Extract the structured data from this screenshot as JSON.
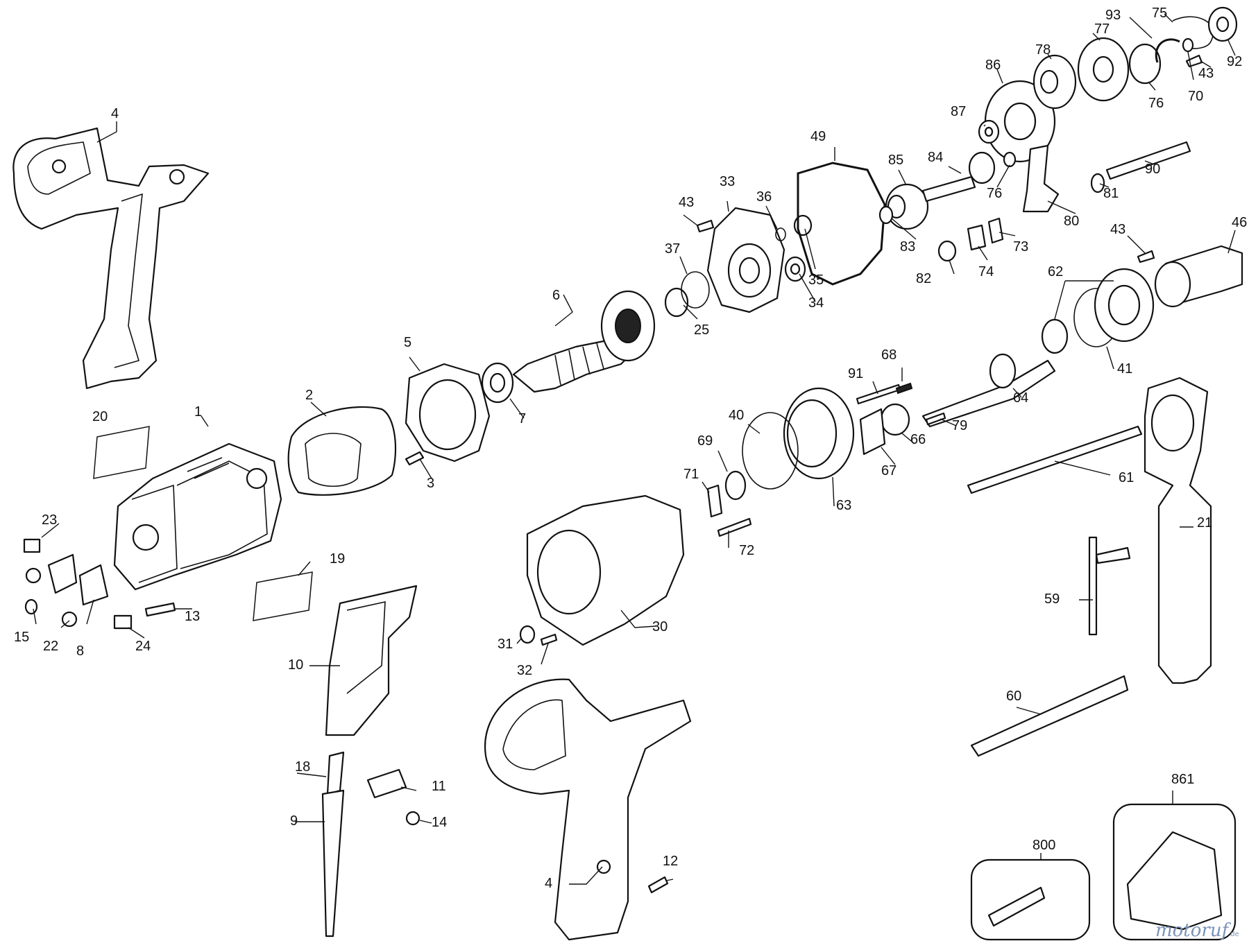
{
  "callouts": [
    {
      "id": "c4a",
      "text": "4"
    },
    {
      "id": "c20",
      "text": "20"
    },
    {
      "id": "c1",
      "text": "1"
    },
    {
      "id": "c2",
      "text": "2"
    },
    {
      "id": "c3",
      "text": "3"
    },
    {
      "id": "c5",
      "text": "5"
    },
    {
      "id": "c6",
      "text": "6"
    },
    {
      "id": "c7",
      "text": "7"
    },
    {
      "id": "c23",
      "text": "23"
    },
    {
      "id": "c15",
      "text": "15"
    },
    {
      "id": "c22",
      "text": "22"
    },
    {
      "id": "c8",
      "text": "8"
    },
    {
      "id": "c24",
      "text": "24"
    },
    {
      "id": "c13",
      "text": "13"
    },
    {
      "id": "c19",
      "text": "19"
    },
    {
      "id": "c10",
      "text": "10"
    },
    {
      "id": "c18",
      "text": "18"
    },
    {
      "id": "c9",
      "text": "9"
    },
    {
      "id": "c11",
      "text": "11"
    },
    {
      "id": "c14",
      "text": "14"
    },
    {
      "id": "c4b",
      "text": "4"
    },
    {
      "id": "c12",
      "text": "12"
    },
    {
      "id": "c31",
      "text": "31"
    },
    {
      "id": "c32",
      "text": "32"
    },
    {
      "id": "c30",
      "text": "30"
    },
    {
      "id": "c71",
      "text": "71"
    },
    {
      "id": "c72",
      "text": "72"
    },
    {
      "id": "c69",
      "text": "69"
    },
    {
      "id": "c40",
      "text": "40"
    },
    {
      "id": "c63",
      "text": "63"
    },
    {
      "id": "c67",
      "text": "67"
    },
    {
      "id": "c91",
      "text": "91"
    },
    {
      "id": "c68",
      "text": "68"
    },
    {
      "id": "c66",
      "text": "66"
    },
    {
      "id": "c79",
      "text": "79"
    },
    {
      "id": "c64",
      "text": "64"
    },
    {
      "id": "c61",
      "text": "61"
    },
    {
      "id": "c41",
      "text": "41"
    },
    {
      "id": "c62",
      "text": "62"
    },
    {
      "id": "c46",
      "text": "46"
    },
    {
      "id": "c43c",
      "text": "43"
    },
    {
      "id": "c21",
      "text": "21"
    },
    {
      "id": "c59",
      "text": "59"
    },
    {
      "id": "c60",
      "text": "60"
    },
    {
      "id": "c800",
      "text": "800"
    },
    {
      "id": "c861",
      "text": "861"
    },
    {
      "id": "c37",
      "text": "37"
    },
    {
      "id": "c25",
      "text": "25"
    },
    {
      "id": "c43a",
      "text": "43"
    },
    {
      "id": "c33",
      "text": "33"
    },
    {
      "id": "c36",
      "text": "36"
    },
    {
      "id": "c35",
      "text": "35"
    },
    {
      "id": "c34",
      "text": "34"
    },
    {
      "id": "c49",
      "text": "49"
    },
    {
      "id": "c85",
      "text": "85"
    },
    {
      "id": "c83",
      "text": "83"
    },
    {
      "id": "c84",
      "text": "84"
    },
    {
      "id": "c87",
      "text": "87"
    },
    {
      "id": "c86",
      "text": "86"
    },
    {
      "id": "c76a",
      "text": "76"
    },
    {
      "id": "c82",
      "text": "82"
    },
    {
      "id": "c74",
      "text": "74"
    },
    {
      "id": "c73",
      "text": "73"
    },
    {
      "id": "c80",
      "text": "80"
    },
    {
      "id": "c81",
      "text": "81"
    },
    {
      "id": "c90",
      "text": "90"
    },
    {
      "id": "c78",
      "text": "78"
    },
    {
      "id": "c77",
      "text": "77"
    },
    {
      "id": "c93",
      "text": "93"
    },
    {
      "id": "c75",
      "text": "75"
    },
    {
      "id": "c92",
      "text": "92"
    },
    {
      "id": "c43b",
      "text": "43"
    },
    {
      "id": "c70",
      "text": "70"
    },
    {
      "id": "c76b",
      "text": "76"
    }
  ],
  "watermark": {
    "brand": "motoruf",
    "suffix": ".de"
  }
}
